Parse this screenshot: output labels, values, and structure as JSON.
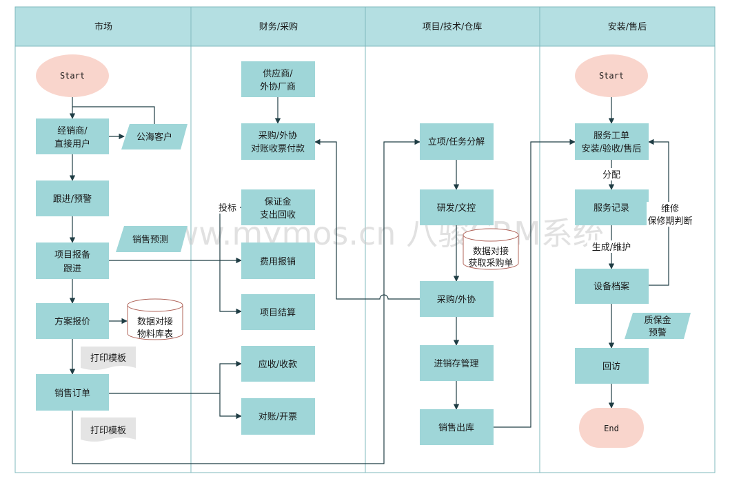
{
  "lanes": [
    "市场",
    "财务/采购",
    "项目/技术/仓库",
    "安装/售后"
  ],
  "nodes": {
    "m_start": "Start",
    "m_dealer": [
      "经销商/",
      "直接用户"
    ],
    "m_public": "公海客户",
    "m_follow": "跟进/预警",
    "m_forecast": "销售预测",
    "m_report": [
      "项目报备",
      "跟进"
    ],
    "m_quote": "方案报价",
    "m_material": [
      "数据对接",
      "物料库表"
    ],
    "m_print1": "打印模板",
    "m_order": "销售订单",
    "m_print2": "打印模板",
    "f_supplier": [
      "供应商/",
      "外协厂商"
    ],
    "f_purchase": [
      "采购/外协",
      "对账收票付款"
    ],
    "f_deposit": [
      "保证金",
      "支出回收"
    ],
    "f_bid": "投标",
    "f_expense": "费用报销",
    "f_settle": "项目结算",
    "f_receivable": "应收/收款",
    "f_invoice": "对账/开票",
    "p_project": "立项/任务分解",
    "p_rd": "研发/文控",
    "p_db": [
      "数据对接",
      "获取采购单"
    ],
    "p_purchase": "采购/外协",
    "p_inventory": "进销存管理",
    "p_out": "销售出库",
    "s_start": "Start",
    "s_ticket": [
      "服务工单",
      "安装/验收/售后"
    ],
    "s_assign": "分配",
    "s_record": "服务记录",
    "s_repair": [
      "维修",
      "保修期判断"
    ],
    "s_gen": "生成/维护",
    "s_device": "设备档案",
    "s_warranty": [
      "质保金",
      "预警"
    ],
    "s_visit": "回访",
    "s_end": "End"
  },
  "watermark": "www.mymos.cn 八骏CRM系统",
  "colors": {
    "header": "#b4dfe2",
    "process": "#9fd6d8",
    "terminal": "#f9d5cc",
    "border": "#7fb8bd",
    "line": "#1f3d44",
    "doc": "#e4e4e4"
  }
}
